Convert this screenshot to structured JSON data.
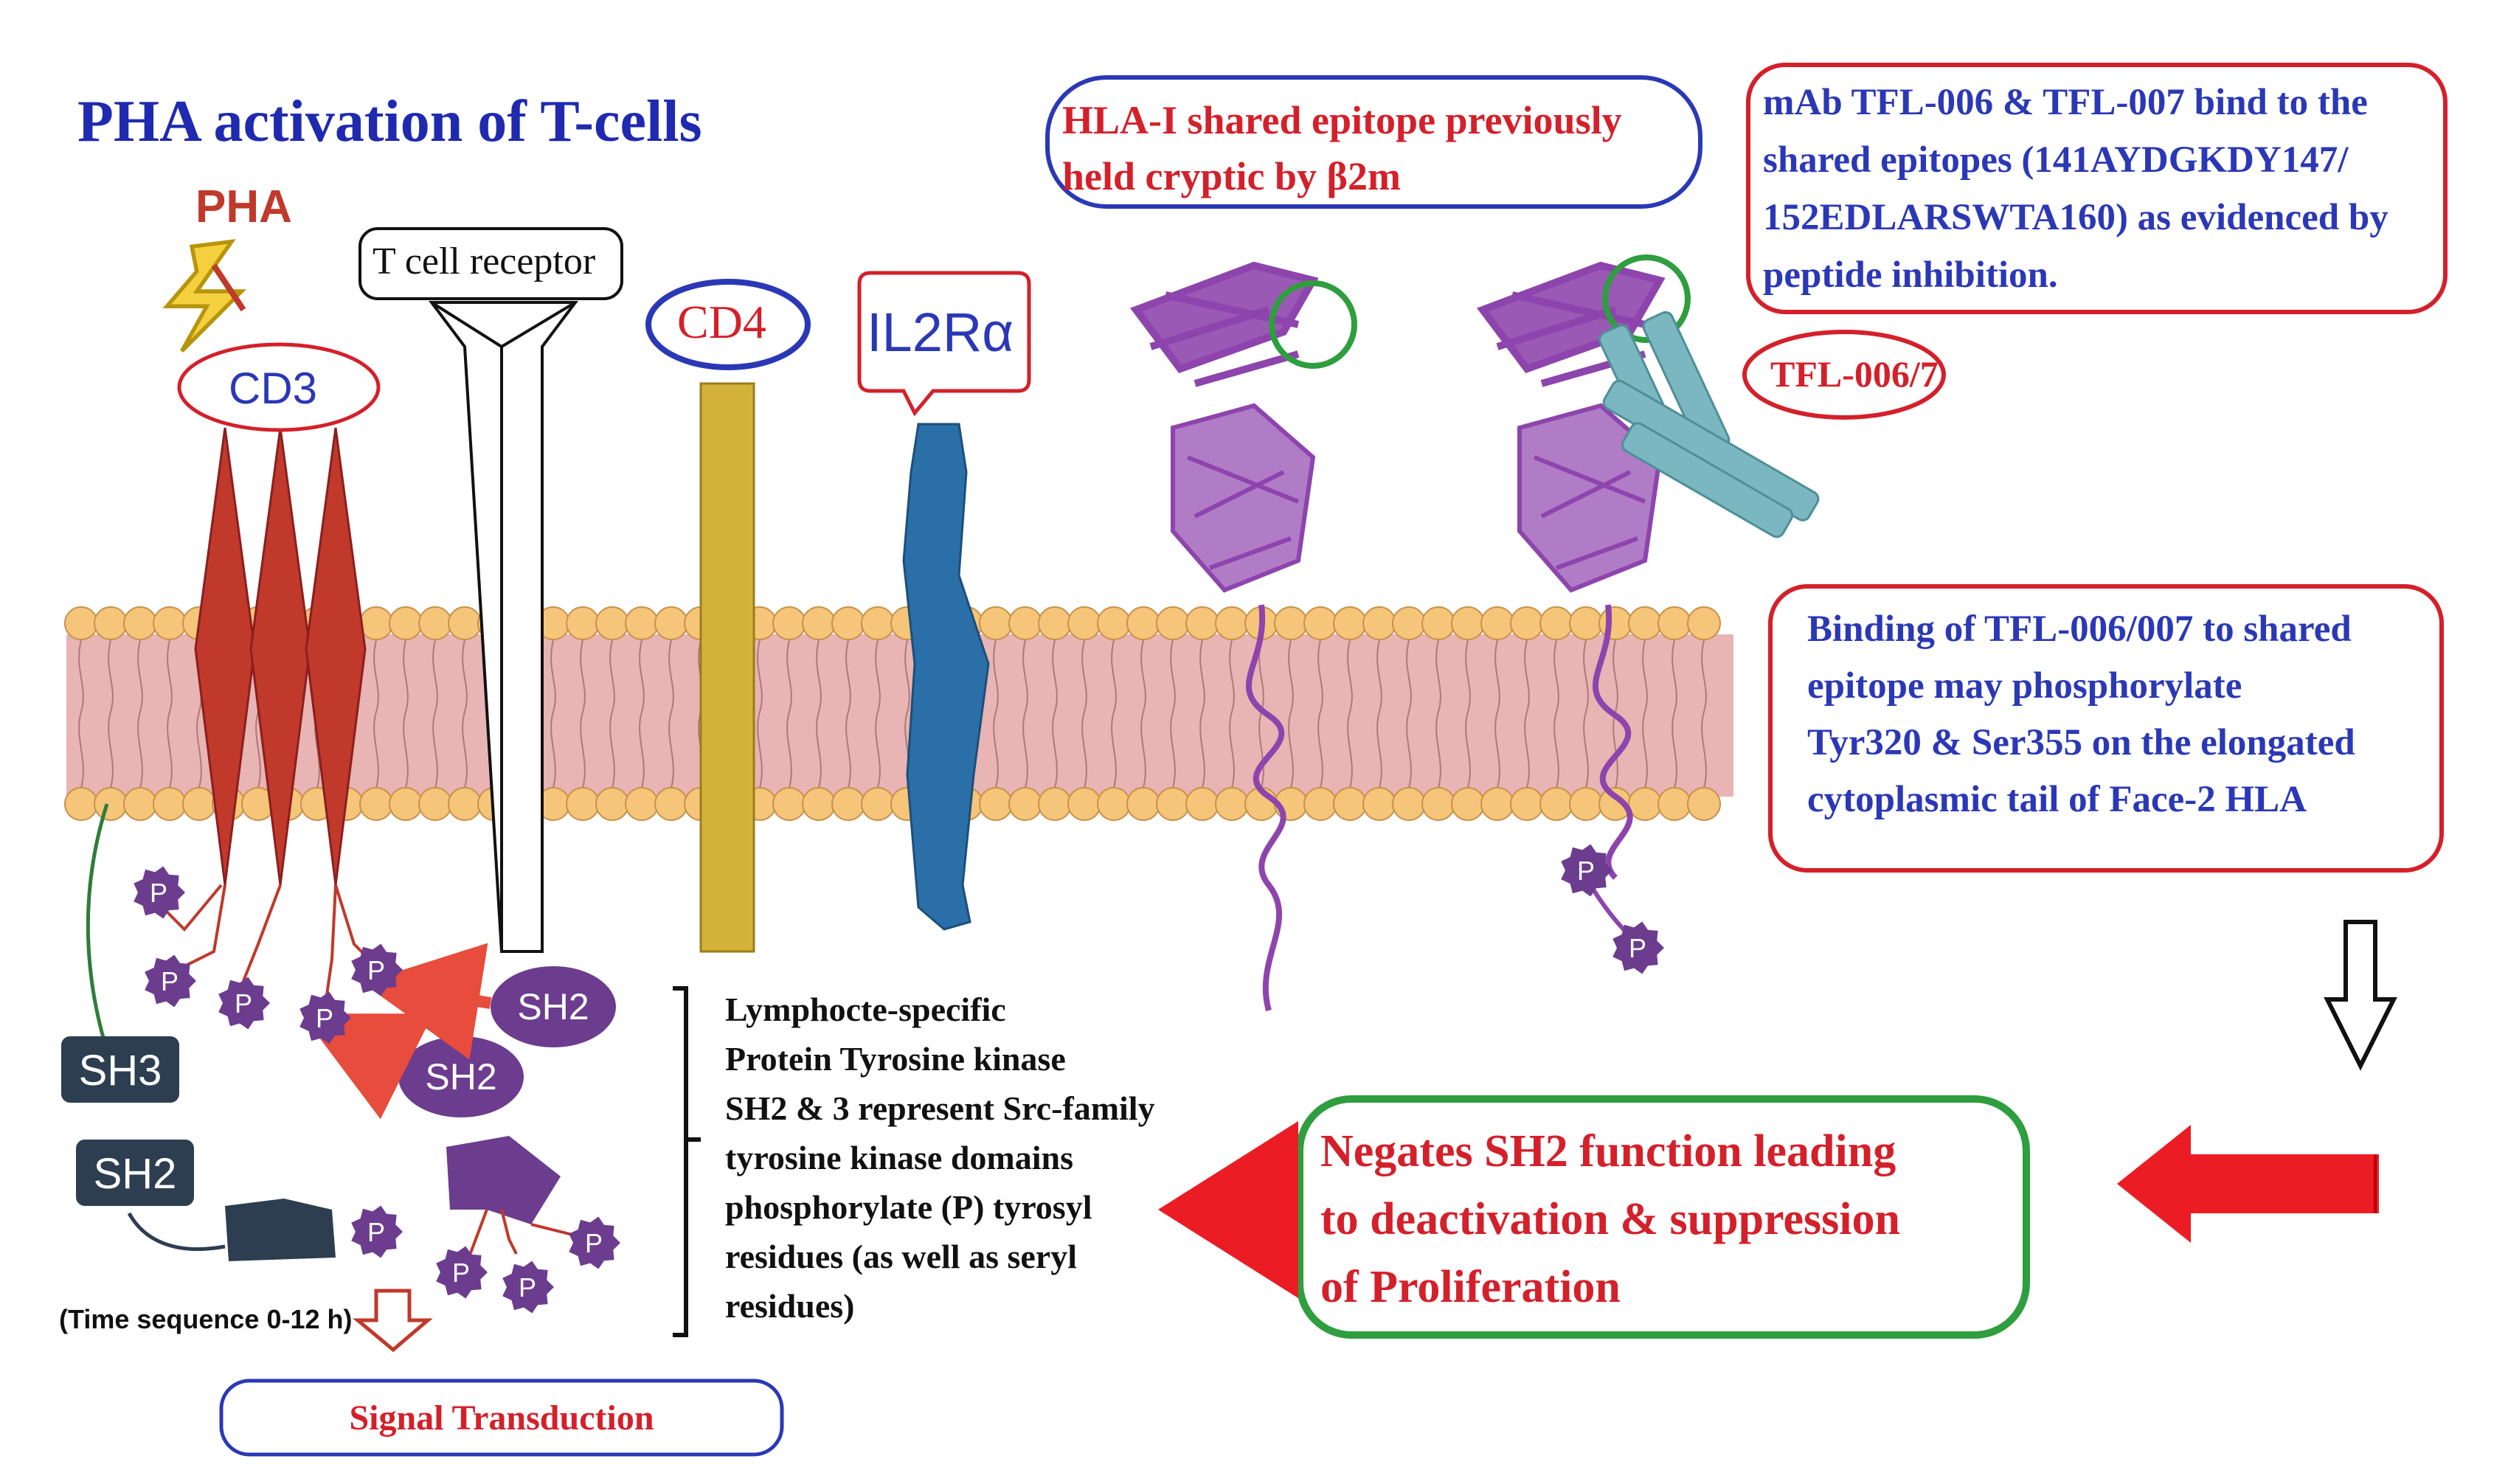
{
  "title": "PHA activation of T-cells",
  "labels": {
    "pha": "PHA",
    "cd3": "CD3",
    "tcr": "T cell receptor",
    "cd4": "CD4",
    "il2ra": "IL2Rα",
    "sh3": "SH3",
    "sh2": "SH2",
    "phospho": "P",
    "time_sequence": "(Time sequence 0-12 h)",
    "signal_transduction": "Signal Transduction",
    "tfl_label": "TFL-006/7"
  },
  "callouts": {
    "hla_epitope": [
      "HLA-I shared epitope previously",
      "held cryptic by β2m"
    ],
    "mab_binding": [
      "mAb TFL-006 & TFL-007 bind to the",
      "shared epitopes (141AYDGKDY147/",
      "152EDLARSWTA160) as evidenced by",
      "peptide inhibition."
    ],
    "binding_effect": [
      "Binding of TFL-006/007 to shared",
      "epitope may phosphorylate",
      "Tyr320 & Ser355 on the elongated",
      "cytoplasmic tail of Face-2 HLA"
    ],
    "negates": [
      "Negates SH2 function leading",
      "to deactivation & suppression",
      "of Proliferation"
    ],
    "lck_note": [
      "Lymphocte-specific",
      "Protein Tyrosine kinase",
      "SH2 & 3 represent Src-family",
      "tyrosine kinase domains",
      "phosphorylate (P) tyrosyl",
      "residues (as well as seryl",
      "residues)"
    ]
  },
  "colors": {
    "title": "#1f2ab0",
    "pha": "#c0392b",
    "callout_red": "#d4202a",
    "callout_blue": "#2b38b6",
    "callout_green": "#2e9e3e",
    "big_arrow": "#ec1c24",
    "cd3_rods": "#c0392b",
    "cd4_rod": "#d4b23a",
    "il2ra": "#2a6fa8",
    "hla": "#8e44ad",
    "antibody": "#7ab7c0",
    "membrane": "#e8b4b4",
    "lipid_head": "#f5c57a",
    "domain_dark": "#2d3e50",
    "phospho": "#6c3c8e"
  }
}
